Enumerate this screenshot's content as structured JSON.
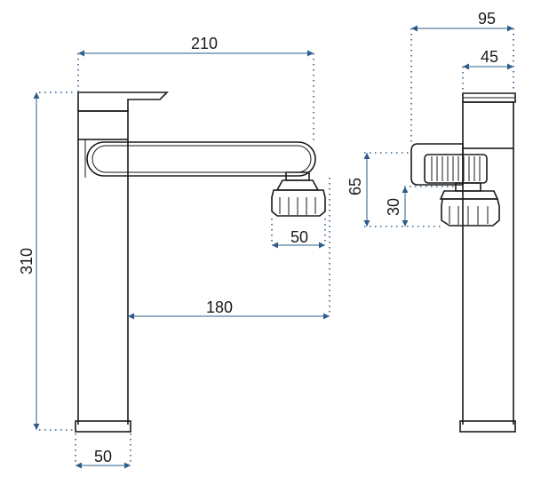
{
  "dimensions": {
    "total_width": "210",
    "spout_reach": "180",
    "aerator_width": "50",
    "base_width": "50",
    "total_height": "310",
    "side_width": "95",
    "side_body_width": "45",
    "handle_height": "65",
    "aerator_height": "30"
  }
}
